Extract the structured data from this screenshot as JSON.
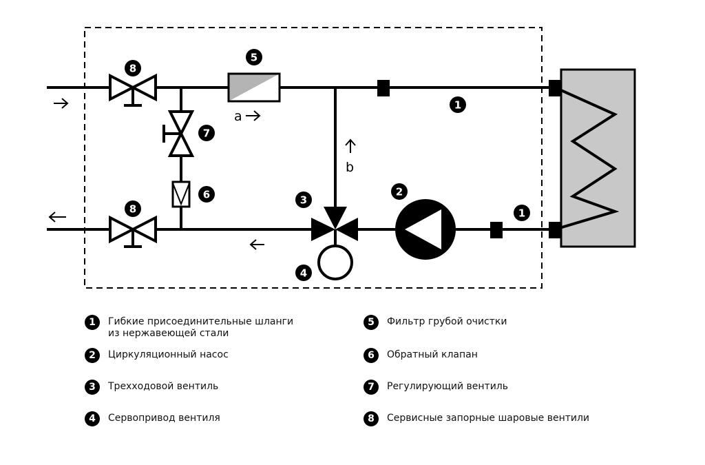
{
  "callouts": {
    "c1": "1",
    "c2": "2",
    "c3": "3",
    "c4": "4",
    "c5": "5",
    "c6": "6",
    "c7": "7",
    "c8": "8"
  },
  "flow_labels": {
    "a": "a",
    "b": "b"
  },
  "legend": {
    "item1_num": "1",
    "item1_text": "Гибкие присоединительные шланги\nиз нержавеющей стали",
    "item2_num": "2",
    "item2_text": "Циркуляционный насос",
    "item3_num": "3",
    "item3_text": "Трехходовой вентиль",
    "item4_num": "4",
    "item4_text": "Сервопривод вентиля",
    "item5_num": "5",
    "item5_text": "Фильтр грубой очистки",
    "item6_num": "6",
    "item6_text": "Обратный клапан",
    "item7_num": "7",
    "item7_text": "Регулирующий вентиль",
    "item8_num": "8",
    "item8_text": "Сервисные запорные шаровые вентили"
  },
  "colors": {
    "line": "#000000",
    "heat_exchanger_fill": "#c8c8c8",
    "filter_fill": "#b4b4b4"
  }
}
